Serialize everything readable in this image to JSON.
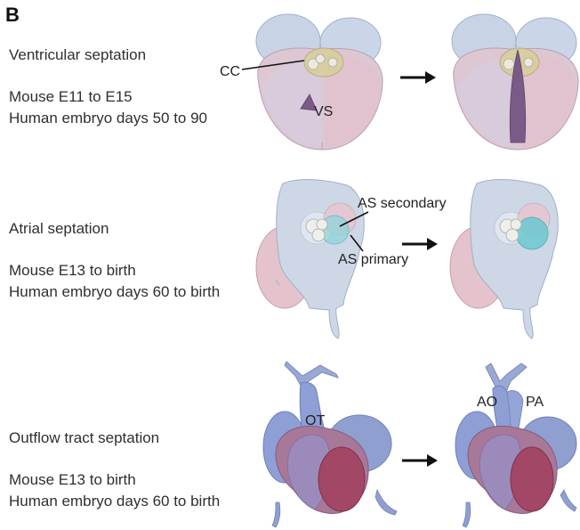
{
  "panel_letter": "B",
  "rows": [
    {
      "title": "Ventricular septation",
      "line1": "Mouse E11 to E15",
      "line2": "Human embryo days 50 to 90",
      "labels": {
        "cc": "CC",
        "vs": "VS"
      }
    },
    {
      "title": "Atrial septation",
      "line1": "Mouse E13 to birth",
      "line2": "Human embryo days 60 to birth",
      "labels": {
        "as_secondary": "AS secondary",
        "as_primary": "AS primary"
      }
    },
    {
      "title": "Outflow tract septation",
      "line1": "Mouse E13 to birth",
      "line2": "Human embryo days 60 to birth",
      "labels": {
        "ot": "OT",
        "ao": "AO",
        "pa": "PA"
      }
    }
  ],
  "colors": {
    "atria_blue": "#c9d3e6",
    "ventricle_pink": "#e4c3cc",
    "septum_purple": "#7a5a86",
    "cushion_tan": "#d8cf9c",
    "atrial_septum_cyan": "#7fd0d6",
    "outflow_blue": "#8d9fd4",
    "ventricle_red": "#a24765"
  }
}
